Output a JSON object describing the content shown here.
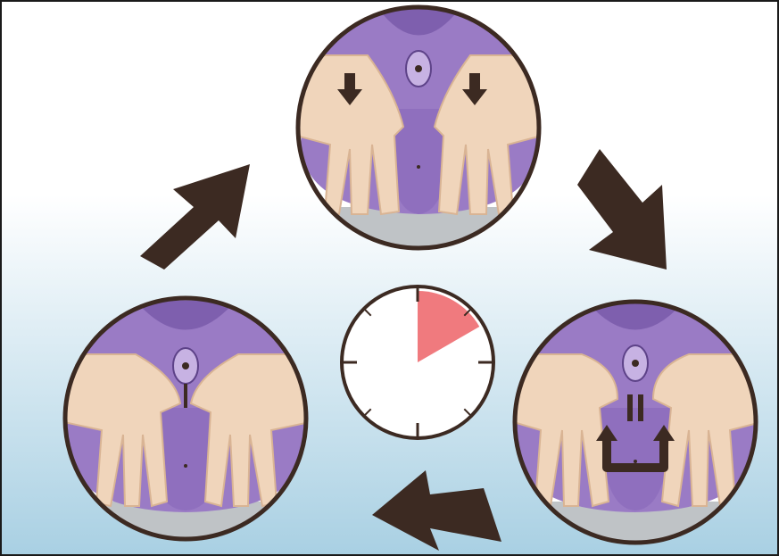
{
  "diagram": {
    "steps": [
      {
        "id": "step-1",
        "hand_action": "press-down",
        "arrow_icon": "down-arrow-icon"
      },
      {
        "id": "step-2",
        "hand_action": "stretch-outward",
        "arrow_icon": "u-turn-arrow-icon"
      },
      {
        "id": "step-3",
        "hand_action": "hold",
        "arrow_icon": ""
      }
    ],
    "cycle_direction": "clockwise",
    "timer": {
      "highlight_fraction": 0.1667,
      "highlight_color": "#f07a7e",
      "tick_count": 8
    },
    "colors": {
      "background_top": "#ffffff",
      "background_bottom": "#a9d0e3",
      "skin": "#f0d5bb",
      "skin_outline": "#d9b494",
      "tissue": "#9a7bc5",
      "tissue_dark": "#7e5fae",
      "outline": "#3c2a22",
      "arrow": "#3c2a22"
    }
  }
}
